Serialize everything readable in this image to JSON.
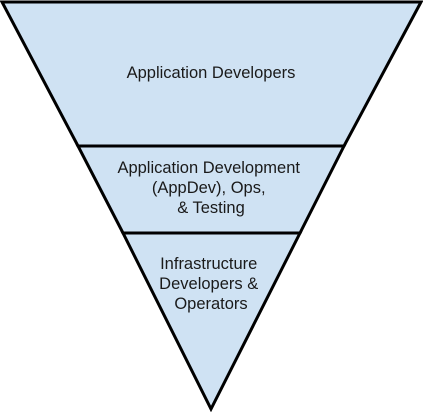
{
  "diagram": {
    "fill_color": "#cfe2f3",
    "stroke_color": "#000000",
    "segments": [
      {
        "lines": [
          "Application Developers"
        ]
      },
      {
        "lines": [
          "Application Development",
          "(AppDev), Ops,",
          "& Testing"
        ]
      },
      {
        "lines": [
          "Infrastructure",
          "Developers &",
          "Operators"
        ]
      }
    ]
  }
}
